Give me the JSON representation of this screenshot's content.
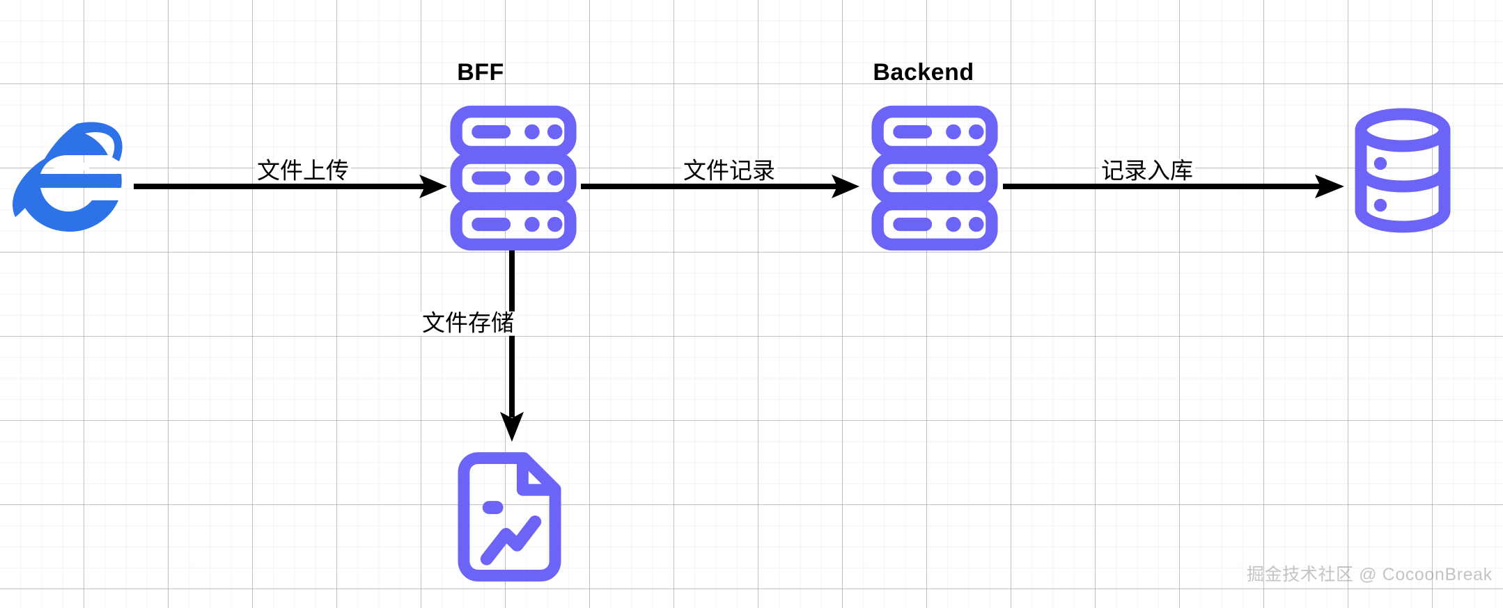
{
  "diagram": {
    "title": "File upload flow diagram",
    "background": {
      "grid": true,
      "minor_grid_color": "#b4b4b4",
      "major_grid_color": "#969696",
      "page_color": "#ffffff"
    },
    "colors": {
      "accent_purple": "#6c63f7",
      "ie_blue": "#2e72e8",
      "arrow_black": "#000000",
      "watermark_gray": "#737380"
    },
    "nodes": [
      {
        "id": "browser",
        "icon": "internet-explorer-icon",
        "label": "",
        "color": "#2e72e8"
      },
      {
        "id": "bff",
        "icon": "server-icon",
        "label": "BFF",
        "color": "#6c63f7"
      },
      {
        "id": "backend",
        "icon": "server-icon",
        "label": "Backend",
        "color": "#6c63f7"
      },
      {
        "id": "database",
        "icon": "database-icon",
        "label": "",
        "color": "#6c63f7"
      },
      {
        "id": "filestore",
        "icon": "file-chart-icon",
        "label": "",
        "color": "#6c63f7"
      }
    ],
    "edges": [
      {
        "id": "browser-to-bff",
        "from": "browser",
        "to": "bff",
        "label": "文件上传",
        "direction": "right"
      },
      {
        "id": "bff-to-backend",
        "from": "bff",
        "to": "backend",
        "label": "文件记录",
        "direction": "right"
      },
      {
        "id": "backend-to-database",
        "from": "backend",
        "to": "database",
        "label": "记录入库",
        "direction": "right"
      },
      {
        "id": "bff-to-filestore",
        "from": "bff",
        "to": "filestore",
        "label": "文件存储",
        "direction": "down"
      }
    ],
    "watermark": "掘金技术社区 @ CocoonBreak"
  }
}
